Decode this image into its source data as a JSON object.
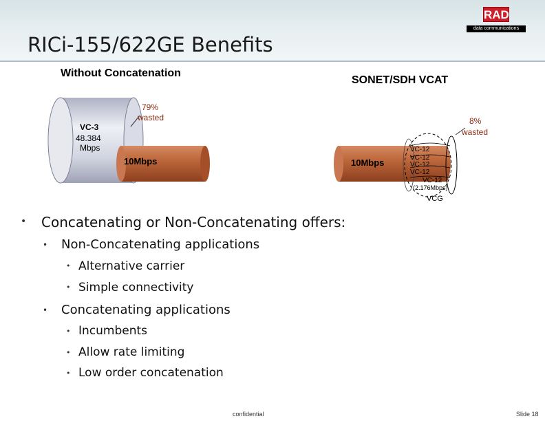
{
  "header": {
    "title": "RICi-155/622GE Benefits",
    "logo_text": "RAD",
    "logo_subtitle": "data communications"
  },
  "diagram": {
    "left_label": "Without Concatenation",
    "right_label": "SONET/SDH  VCAT",
    "left_pipe_label": "VC-3",
    "left_pipe_rate": "48.384",
    "left_pipe_unit": "Mbps",
    "left_wasted_pct": "79%",
    "left_wasted_word": "wasted",
    "left_flow": "10Mbps",
    "right_flow": "10Mbps",
    "right_wasted_pct": "8%",
    "right_wasted_word": "wasted",
    "vc12_labels": [
      "VC-12",
      "VC-12",
      "VC-12",
      "VC-12",
      "VC-12"
    ],
    "vc12_rate": "(2.176Mbps)",
    "vcg_label": "VCG"
  },
  "bullets": {
    "main": "Concatenating or Non-Concatenating offers:",
    "groups": [
      {
        "label": "Non-Concatenating applications",
        "items": [
          "Alternative carrier",
          "Simple connectivity"
        ]
      },
      {
        "label": "Concatenating applications",
        "items": [
          "Incumbents",
          "Allow rate limiting",
          "Low order concatenation"
        ]
      }
    ]
  },
  "footer": {
    "confidential": "confidential",
    "slide": "Slide 18"
  },
  "colors": {
    "pipe_copper": "#b55a2e",
    "pipe_glass": "#c9ccd8",
    "header_bg": "#dde8eb"
  }
}
